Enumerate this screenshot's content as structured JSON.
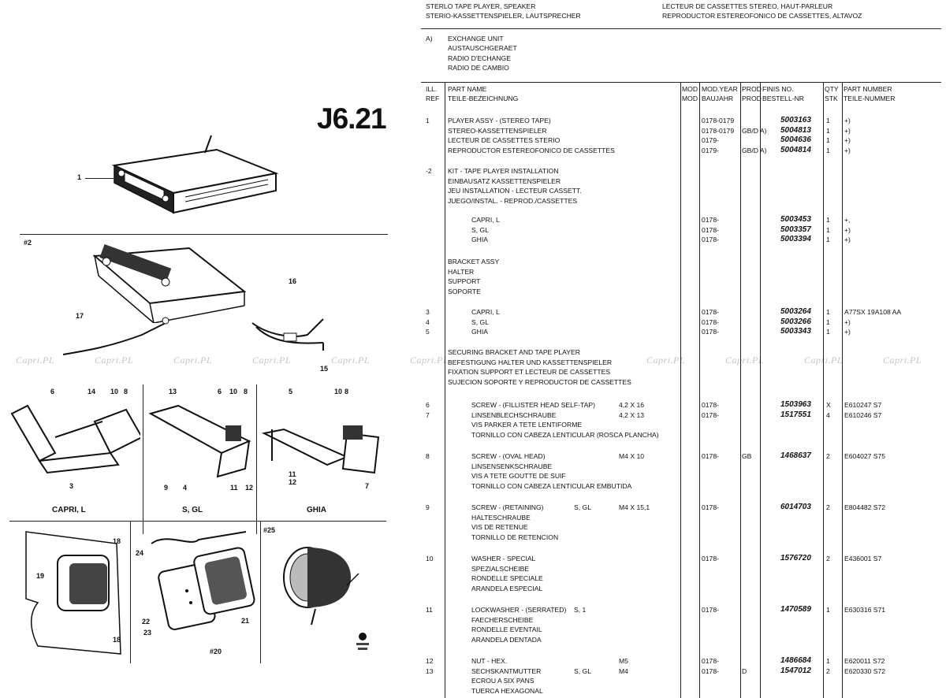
{
  "page_number": "J6.21",
  "header": {
    "left": [
      "STERLO TAPE PLAYER, SPEAKER",
      "STERIO-KASSETTENSPIELER, LAUTSPRECHER"
    ],
    "right": [
      "LECTEUR DE CASSETTES STEREO, HAUT-PARLEUR",
      "REPRODUCTOR ESTEREOFONICO DE CASSETTES, ALTAVOZ"
    ]
  },
  "exchange": {
    "marker": "A)",
    "lines": [
      "EXCHANGE UNIT",
      "AUSTAUSCHGERAET",
      "RADIO D'ECHANGE",
      "RADIO DE CAMBIO"
    ]
  },
  "columns": {
    "ref": [
      "ILL.",
      "REF"
    ],
    "name": [
      "PART NAME",
      "TEILE-BEZEICHNUNG"
    ],
    "mod": [
      "MOD",
      "MOD"
    ],
    "year": [
      "MOD.YEAR",
      "BAUJAHR"
    ],
    "prod": [
      "PROD",
      "PROD"
    ],
    "finis": [
      "FINIS NO.",
      "BESTELL-NR"
    ],
    "qty": [
      "QTY",
      "STK"
    ],
    "part": [
      "PART NUMBER",
      "TEILE-NUMMER"
    ]
  },
  "rows": [
    {
      "ref": "1",
      "name": "PLAYER ASSY - (STEREO TAPE)",
      "year": "0178-0179",
      "finis": "5003163",
      "qty": "1",
      "part": "+)"
    },
    {
      "name": "STEREO-KASSETTENSPIELER",
      "year": "0178-0179",
      "prod": "GB/D A)",
      "finis": "5004813",
      "qty": "1",
      "part": "+)"
    },
    {
      "name": "LECTEUR DE CASSETTES STERIO",
      "year": "0179-",
      "finis": "5004636",
      "qty": "1",
      "part": "+)"
    },
    {
      "name": "REPRODUCTOR ESTEREOFONICO DE CASSETTES",
      "year": "0179-",
      "prod": "GB/D A)",
      "finis": "5004814",
      "qty": "1",
      "part": "+)"
    },
    {
      "ref": "-2",
      "name": "KIT - TAPE PLAYER INSTALLATION"
    },
    {
      "name": "EINBAUSATZ KASSETTENSPIELER"
    },
    {
      "name": "JEU INSTALLATION - LECTEUR CASSETT."
    },
    {
      "name": "JUEGO/INSTAL. - REPROD./CASSETTES"
    },
    {
      "name": "CAPRI, L",
      "indent": true,
      "year": "0178-",
      "finis": "5003453",
      "qty": "1",
      "part": "+,"
    },
    {
      "name": "S, GL",
      "indent": true,
      "year": "0178-",
      "finis": "5003357",
      "qty": "1",
      "part": "+)"
    },
    {
      "name": "GHIA",
      "indent": true,
      "year": "0178-",
      "finis": "5003394",
      "qty": "1",
      "part": "+)"
    },
    {
      "name": "BRACKET ASSY"
    },
    {
      "name": "HALTER"
    },
    {
      "name": "SUPPORT"
    },
    {
      "name": "SOPORTE"
    },
    {
      "ref": "3",
      "name": "CAPRI, L",
      "indent": true,
      "year": "0178-",
      "finis": "5003264",
      "qty": "1",
      "part": "A77SX 19A108 AA"
    },
    {
      "ref": "4",
      "name": "S, GL",
      "indent": true,
      "year": "0178-",
      "finis": "5003266",
      "qty": "1",
      "part": "+)"
    },
    {
      "ref": "5",
      "name": "GHIA",
      "indent": true,
      "year": "0178-",
      "finis": "5003343",
      "qty": "1",
      "part": "+)"
    },
    {
      "name": "SECURING BRACKET AND TAPE PLAYER"
    },
    {
      "name": "BEFESTIGUNG HALTER UND KASSETTENSPIELER"
    },
    {
      "name": "FIXATION SUPPORT ET LECTEUR DE CASSETTES"
    },
    {
      "name": "SUJECION SOPORTE Y REPRODUCTOR DE CASSETTES"
    },
    {
      "ref": "6",
      "name": "SCREW - (FILLISTER HEAD SELF-TAP)",
      "indent": true,
      "size": "4,2 X 16",
      "year": "0178-",
      "finis": "1503963",
      "qty": "X",
      "part": "E610247 S7"
    },
    {
      "ref": "7",
      "name": "LINSENBLECHSCHRAUBE",
      "indent": true,
      "size": "4,2 X 13",
      "year": "0178-",
      "finis": "1517551",
      "qty": "4",
      "part": "E610246 S7"
    },
    {
      "name": "VIS PARKER A TETE LENTIFORME",
      "indent": true
    },
    {
      "name": "TORNILLO CON CABEZA LENTICULAR (ROSCA PLANCHA)",
      "indent": true
    },
    {
      "ref": "8",
      "name": "SCREW - (OVAL HEAD)",
      "indent": true,
      "size": "M4 X 10",
      "year": "0178-",
      "prod": "GB",
      "finis": "1468637",
      "qty": "2",
      "part": "E604027 S75"
    },
    {
      "name": "LINSENSENKSCHRAUBE",
      "indent": true
    },
    {
      "name": "VIS A TETE GOUTTE DE SUIF",
      "indent": true
    },
    {
      "name": "TORNILLO CON CABEZA LENTICULAR EMBUTIDA",
      "indent": true
    },
    {
      "ref": "9",
      "name": "SCREW - (RETAINING)",
      "indent": true,
      "mod": "S, GL",
      "size": "M4 X 15,1",
      "year": "0178-",
      "finis": "6014703",
      "qty": "2",
      "part": "E804482 S72"
    },
    {
      "name": "HALTESCHRAUBE",
      "indent": true
    },
    {
      "name": "VIS DE RETENUE",
      "indent": true
    },
    {
      "name": "TORNILLO DE RETENCION",
      "indent": true
    },
    {
      "ref": "10",
      "name": "WASHER - SPECIAL",
      "indent": true,
      "year": "0178-",
      "finis": "1576720",
      "qty": "2",
      "part": "E436001 S7"
    },
    {
      "name": "SPEZIALSCHEIBE",
      "indent": true
    },
    {
      "name": "RONDELLE SPECIALE",
      "indent": true
    },
    {
      "name": "ARANDELA ESPECIAL",
      "indent": true
    },
    {
      "ref": "11",
      "name": "LOCKWASHER - (SERRATED)",
      "indent": true,
      "mod": "S, 1",
      "year": "0178-",
      "finis": "1470589",
      "qty": "1",
      "part": "E630316 S71"
    },
    {
      "name": "FAECHERSCHEIBE",
      "indent": true
    },
    {
      "name": "RONDELLE EVENTAIL",
      "indent": true
    },
    {
      "name": "ARANDELA DENTADA",
      "indent": true
    },
    {
      "ref": "12",
      "name": "NUT - HEX.",
      "indent": true,
      "size": "M5",
      "year": "0178-",
      "finis": "1486684",
      "qty": "1",
      "part": "E620011 S72"
    },
    {
      "ref": "13",
      "name": "SECHSKANTMUTTER",
      "indent": true,
      "mod": "S, GL",
      "size": "M4",
      "year": "0178-",
      "prod": "D",
      "finis": "1547012",
      "qty": "2",
      "part": "E620330 S72"
    },
    {
      "name": "ECROU A SIX PANS",
      "indent": true
    },
    {
      "name": "TUERCA HEXAGONAL",
      "indent": true
    }
  ],
  "figure_labels": {
    "f1": "1",
    "f2": "#2",
    "f17": "17",
    "f16": "16",
    "f15": "15",
    "b6": "6",
    "b14": "14",
    "b10": "10",
    "b8": "8",
    "b3": "3",
    "c13": "13",
    "c6": "6",
    "c10": "10",
    "c8": "8",
    "c9": "9",
    "c4": "4",
    "c11": "11",
    "c12": "12",
    "d5": "5",
    "d10": "10",
    "d8": "8",
    "d11": "11",
    "d12": "12",
    "d7": "7",
    "s19": "19",
    "s18a": "18",
    "s18b": "18",
    "s24": "24",
    "s21": "21",
    "s22": "22",
    "s23": "23",
    "s20": "#20",
    "s25": "#25"
  },
  "captions": {
    "capri": "CAPRI, L",
    "sgl": "S, GL",
    "ghia": "GHIA"
  },
  "watermark": "Capri.PL"
}
